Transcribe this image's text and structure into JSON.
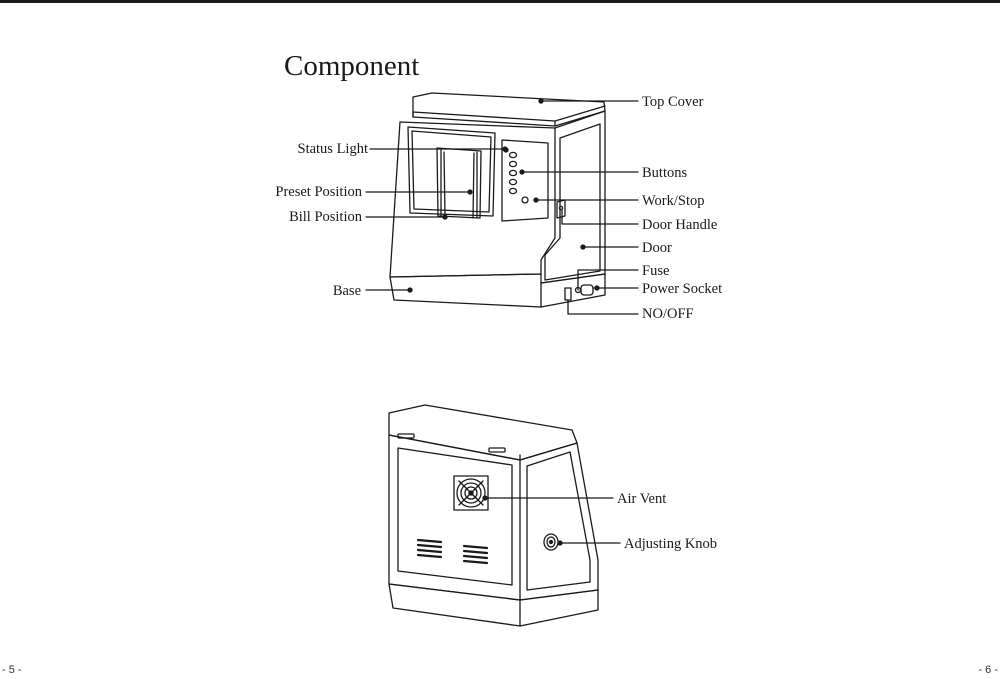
{
  "page": {
    "title": "Component",
    "left_page_number": "- 5 -",
    "right_page_number": "- 6 -"
  },
  "front_labels": {
    "top_cover": "Top  Cover",
    "status_light": "Status Light",
    "preset_position": "Preset Position",
    "bill_position": "Bill Position",
    "buttons": "Buttons",
    "work_stop": "Work/Stop",
    "door_handle": "Door Handle",
    "door": "Door",
    "fuse": "Fuse",
    "power_socket": "Power Socket",
    "base": "Base",
    "no_off": "NO/OFF"
  },
  "rear_labels": {
    "air_vent": "Air Vent",
    "adjusting_knob": "Adjusting Knob"
  },
  "colors": {
    "ink": "#1a1a1a",
    "background": "#ffffff"
  }
}
